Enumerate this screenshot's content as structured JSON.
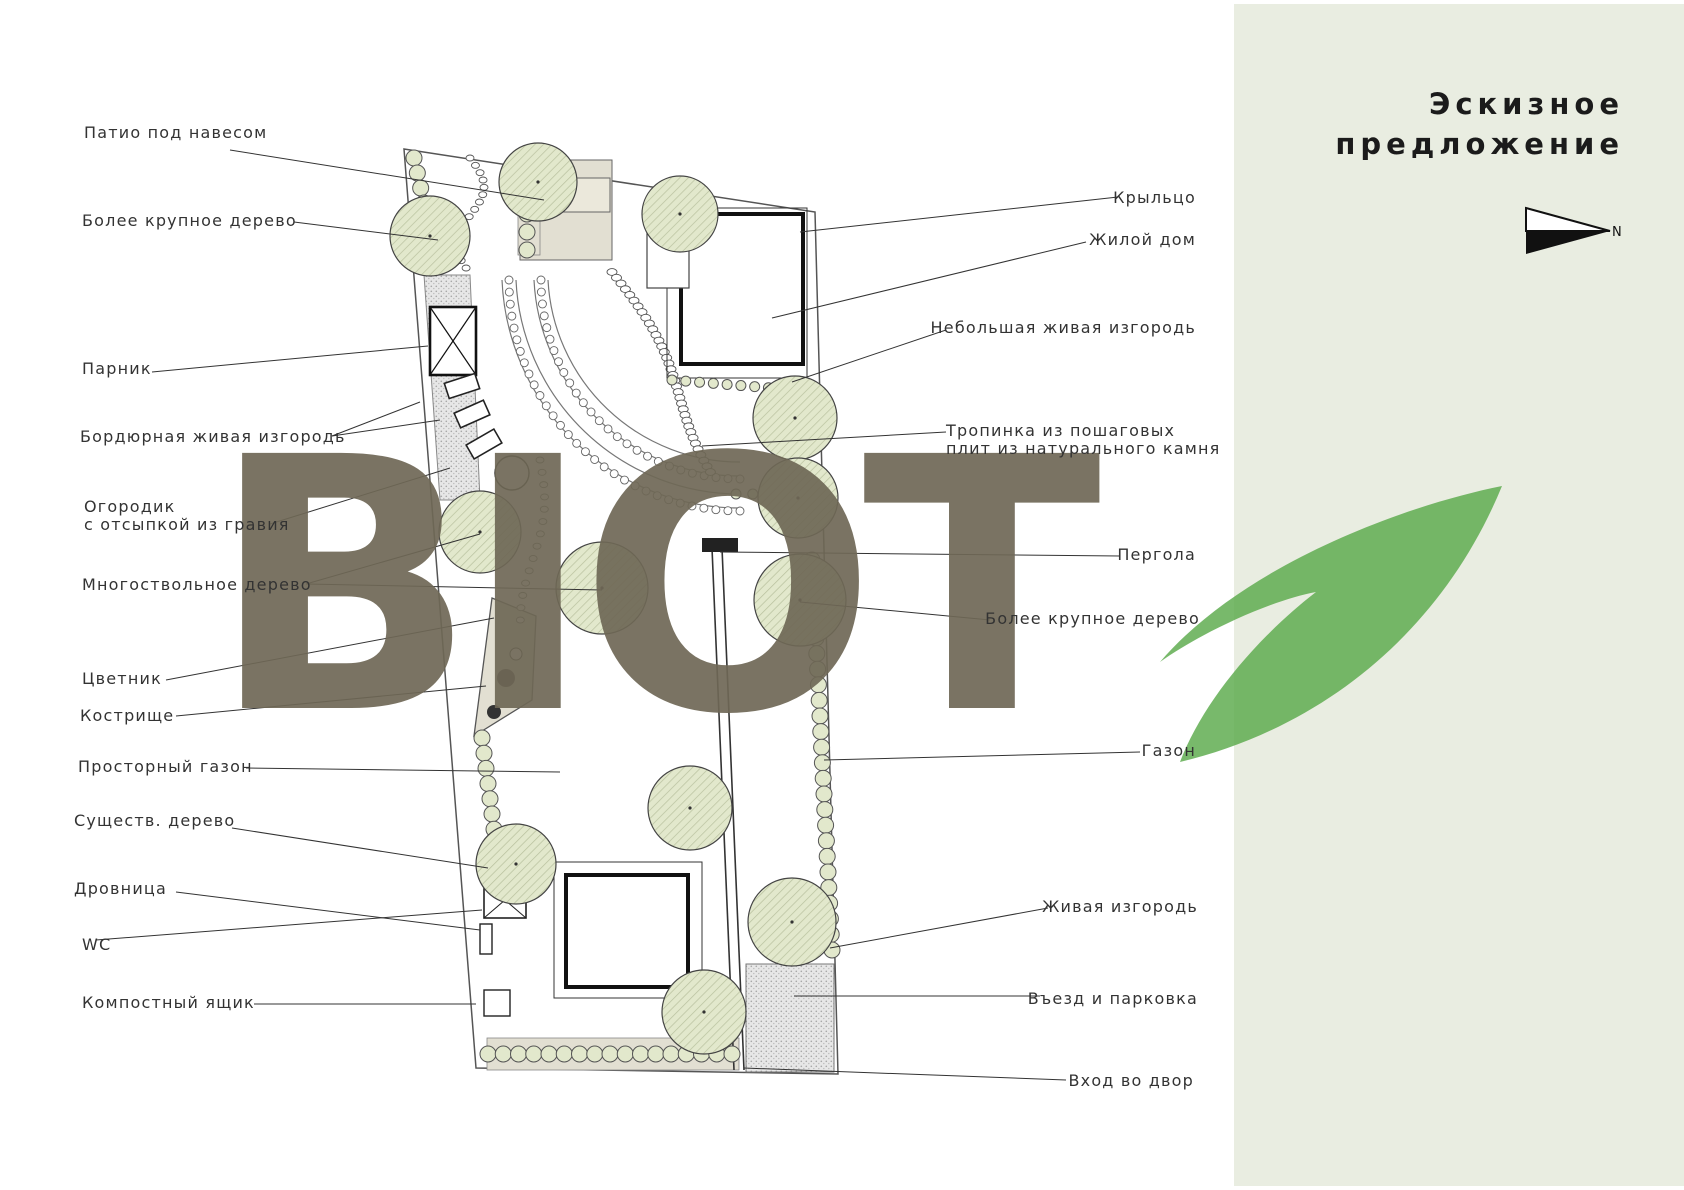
{
  "title": {
    "line1": "Эскизное",
    "line2": "предложение"
  },
  "north_marker": "N",
  "watermark": {
    "text": "BIOT"
  },
  "colors": {
    "panel": "#e9ede1",
    "plant_fill": "#e2e8cc",
    "plant_stroke": "#444444",
    "watermark_text": "#6f6856",
    "watermark_leaf": "#5aaa4b",
    "paving": "#e2dfd2"
  },
  "labels": {
    "left": [
      {
        "text": "Патио под навесом"
      },
      {
        "text": "Более крупное дерево"
      },
      {
        "text": "Парник"
      },
      {
        "text": "Бордюрная живая изгородь"
      },
      {
        "text": "Огородик",
        "text2": "с отсыпкой из гравия"
      },
      {
        "text": "Многоствольное дерево"
      },
      {
        "text": "Цветник"
      },
      {
        "text": "Кострище"
      },
      {
        "text": "Просторный газон"
      },
      {
        "text": "Существ. дерево"
      },
      {
        "text": "Дровница"
      },
      {
        "text": "WC"
      },
      {
        "text": "Компостный ящик"
      }
    ],
    "right": [
      {
        "text": "Крыльцо"
      },
      {
        "text": "Жилой дом"
      },
      {
        "text": "Небольшая живая изгородь"
      },
      {
        "text": "Тропинка из пошаговых",
        "text2": "плит из натурального камня"
      },
      {
        "text": "Пергола"
      },
      {
        "text": "Более крупное дерево"
      },
      {
        "text": "Газон"
      },
      {
        "text": "Живая изгородь"
      },
      {
        "text": "Въезд и парковка"
      },
      {
        "text": "Вход во двор"
      }
    ]
  }
}
